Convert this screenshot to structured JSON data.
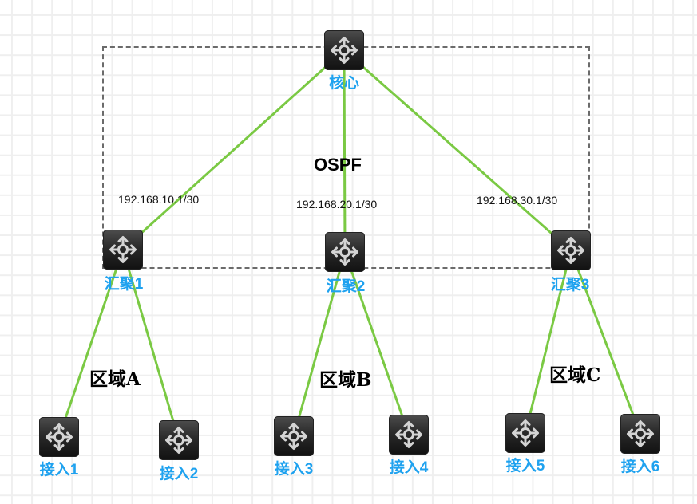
{
  "diagram": {
    "link_color": "#7ac943",
    "label_color": "#1fa2ef",
    "region_label": "OSPF",
    "devices": [
      {
        "id": "core",
        "label": "核心"
      },
      {
        "id": "agg1",
        "label": "汇聚1"
      },
      {
        "id": "agg2",
        "label": "汇聚2"
      },
      {
        "id": "agg3",
        "label": "汇聚3"
      },
      {
        "id": "acc1",
        "label": "接入1"
      },
      {
        "id": "acc2",
        "label": "接入2"
      },
      {
        "id": "acc3",
        "label": "接入3"
      },
      {
        "id": "acc4",
        "label": "接入4"
      },
      {
        "id": "acc5",
        "label": "接入5"
      },
      {
        "id": "acc6",
        "label": "接入6"
      }
    ],
    "links": [
      {
        "from": "core",
        "to": "agg1",
        "label": "192.168.10.1/30"
      },
      {
        "from": "core",
        "to": "agg2",
        "label": "192.168.20.1/30"
      },
      {
        "from": "core",
        "to": "agg3",
        "label": "192.168.30.1/30"
      },
      {
        "from": "agg1",
        "to": "acc1"
      },
      {
        "from": "agg1",
        "to": "acc2"
      },
      {
        "from": "agg2",
        "to": "acc3"
      },
      {
        "from": "agg2",
        "to": "acc4"
      },
      {
        "from": "agg3",
        "to": "acc5"
      },
      {
        "from": "agg3",
        "to": "acc6"
      }
    ],
    "areas": [
      {
        "label": "区域A"
      },
      {
        "label": "区域B"
      },
      {
        "label": "区域C"
      }
    ],
    "device_icon": "switch-router-arrows-icon"
  }
}
